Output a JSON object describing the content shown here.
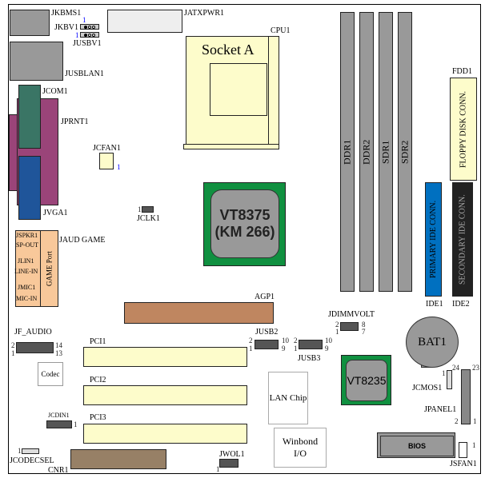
{
  "board": {
    "jkbms1": "JKBMS1",
    "jkbv1": "JKBV1",
    "jusbv1": "JUSBV1",
    "jatxpwr1": "JATXPWR1",
    "jusblan1": "JUSBLAN1",
    "jcom1": "JCOM1",
    "jprnt1": "JPRNT1",
    "jvga1": "JVGA1",
    "jcfan1": "JCFAN1",
    "jclk1": "JCLK1",
    "jspkr1": "JSPKR1",
    "sp_out": "SP-OUT",
    "jlin1": "JLIN1",
    "line_in": "LINE-IN",
    "jmic1": "JMIC1",
    "mic_in": "MIC-IN",
    "game_port": "GAME Port",
    "jaud_game": "JAUD GAME",
    "jf_audio": "JF_AUDIO",
    "codec": "Codec",
    "jcdin1": "JCDIN1",
    "jcodecsel": "JCODECSEL",
    "cnr1": "CNR1",
    "agp1": "AGP1",
    "pci1": "PCI1",
    "pci2": "PCI2",
    "pci3": "PCI3",
    "jwol1": "JWOL1",
    "cpu1": "CPU1",
    "socket": "Socket A",
    "north_bridge_1": "VT8375",
    "north_bridge_2": "(KM 266)",
    "ddr1": "DDR1",
    "ddr2": "DDR2",
    "sdr1": "SDR1",
    "sdr2": "SDR2",
    "fdd1": "FDD1",
    "floppy": "FLOPPY DISK CONN.",
    "primary_ide": "PRIMARY IDE CONN.",
    "secondary_ide": "SECONDARY IDE CONN.",
    "ide1": "IDE1",
    "ide2": "IDE2",
    "jdimmvolt": "JDIMMVOLT",
    "jusb2": "JUSB2",
    "jusb3": "JUSB3",
    "bat1": "BAT1",
    "south_bridge": "VT8235",
    "lan_chip": "LAN Chip",
    "winbond_1": "Winbond",
    "winbond_2": "I/O",
    "jcmos1": "JCMOS1",
    "jpanel1": "JPANEL1",
    "bios": "BIOS",
    "jsfan1": "JSFAN1"
  },
  "pins": {
    "p1": "1",
    "p2": "2",
    "p7": "7",
    "p8": "8",
    "p9": "9",
    "p10": "10",
    "p13": "13",
    "p14": "14",
    "p23": "23",
    "p24": "24"
  },
  "colors": {
    "slot_yellow": "#fdfccb",
    "agp_brown": "#bf8660",
    "cnr_brown": "#978066",
    "com_teal": "#3a7565",
    "vga_blue": "#1f559a",
    "par_magenta": "#9a4479",
    "chip_green": "#109040",
    "ide_blue": "#0070c0",
    "audio_orange": "#f8c89a"
  }
}
